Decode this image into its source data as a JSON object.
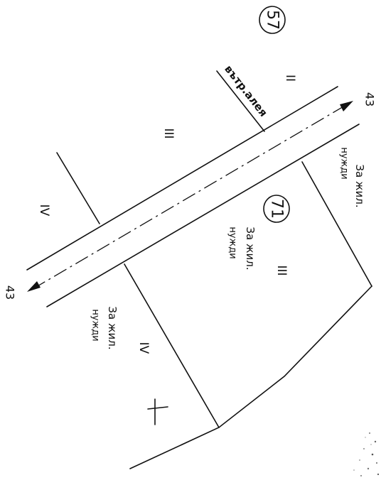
{
  "parcels": {
    "top": {
      "number": "57"
    },
    "main": {
      "number": "71"
    }
  },
  "street": {
    "name": "вътр.алея",
    "axis_label_start": "43",
    "axis_label_end": "43"
  },
  "zones": {
    "top_right": "II",
    "top_left": "III",
    "left": "IV",
    "center": "III",
    "bottom": "IV"
  },
  "purpose": {
    "line1": "За жил.",
    "line2": "нужди"
  },
  "colors": {
    "ink": "#111111",
    "paper": "#ffffff"
  }
}
